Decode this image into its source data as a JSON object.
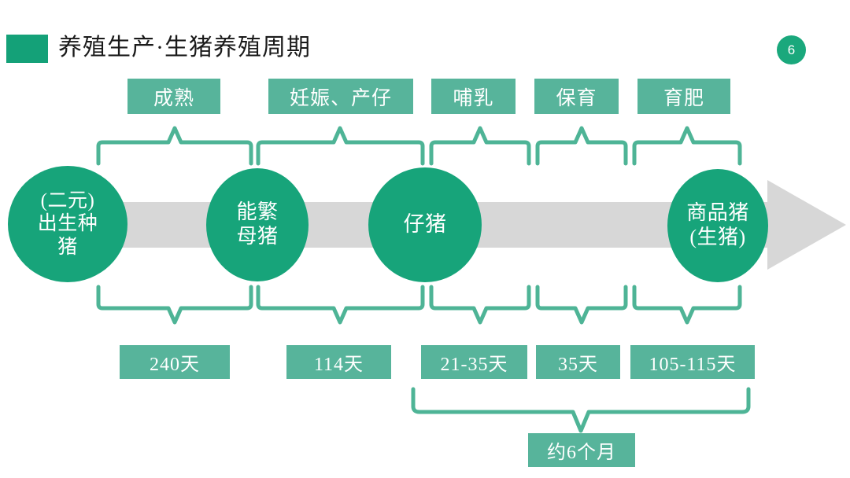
{
  "slide": {
    "page_number": "6",
    "title": "养殖生产·生猪养殖周期",
    "colors": {
      "title_marker": "#14a178",
      "circle_green": "#17a47a",
      "chip_green": "#57b49b",
      "bracket_green": "#4eb496",
      "band_grey": "#d7d7d7",
      "page_badge": "#1aa87c",
      "background": "#ffffff"
    }
  },
  "stages": [
    {
      "name": "birth-breeding-pig",
      "lines": [
        "(二元)",
        "出生种",
        "猪"
      ]
    },
    {
      "name": "breeding-sow",
      "lines": [
        "能繁",
        "母猪"
      ]
    },
    {
      "name": "piglet",
      "lines": [
        "仔猪"
      ]
    },
    {
      "name": "market-hog",
      "lines": [
        "商品猪",
        "(生猪)"
      ]
    }
  ],
  "phases_top": [
    {
      "name": "maturity",
      "label": "成熟"
    },
    {
      "name": "gestation-farrowing",
      "label": "妊娠、产仔"
    },
    {
      "name": "lactation",
      "label": "哺乳"
    },
    {
      "name": "nursery",
      "label": "保育"
    },
    {
      "name": "fattening",
      "label": "育肥"
    }
  ],
  "durations_bottom": [
    {
      "name": "duration-maturity",
      "label": "240天"
    },
    {
      "name": "duration-gestation",
      "label": "114天"
    },
    {
      "name": "duration-lactation",
      "label": "21-35天"
    },
    {
      "name": "duration-nursery",
      "label": "35天"
    },
    {
      "name": "duration-fattening",
      "label": "105-115天"
    }
  ],
  "summary": {
    "name": "total-duration",
    "label": "约6个月"
  }
}
